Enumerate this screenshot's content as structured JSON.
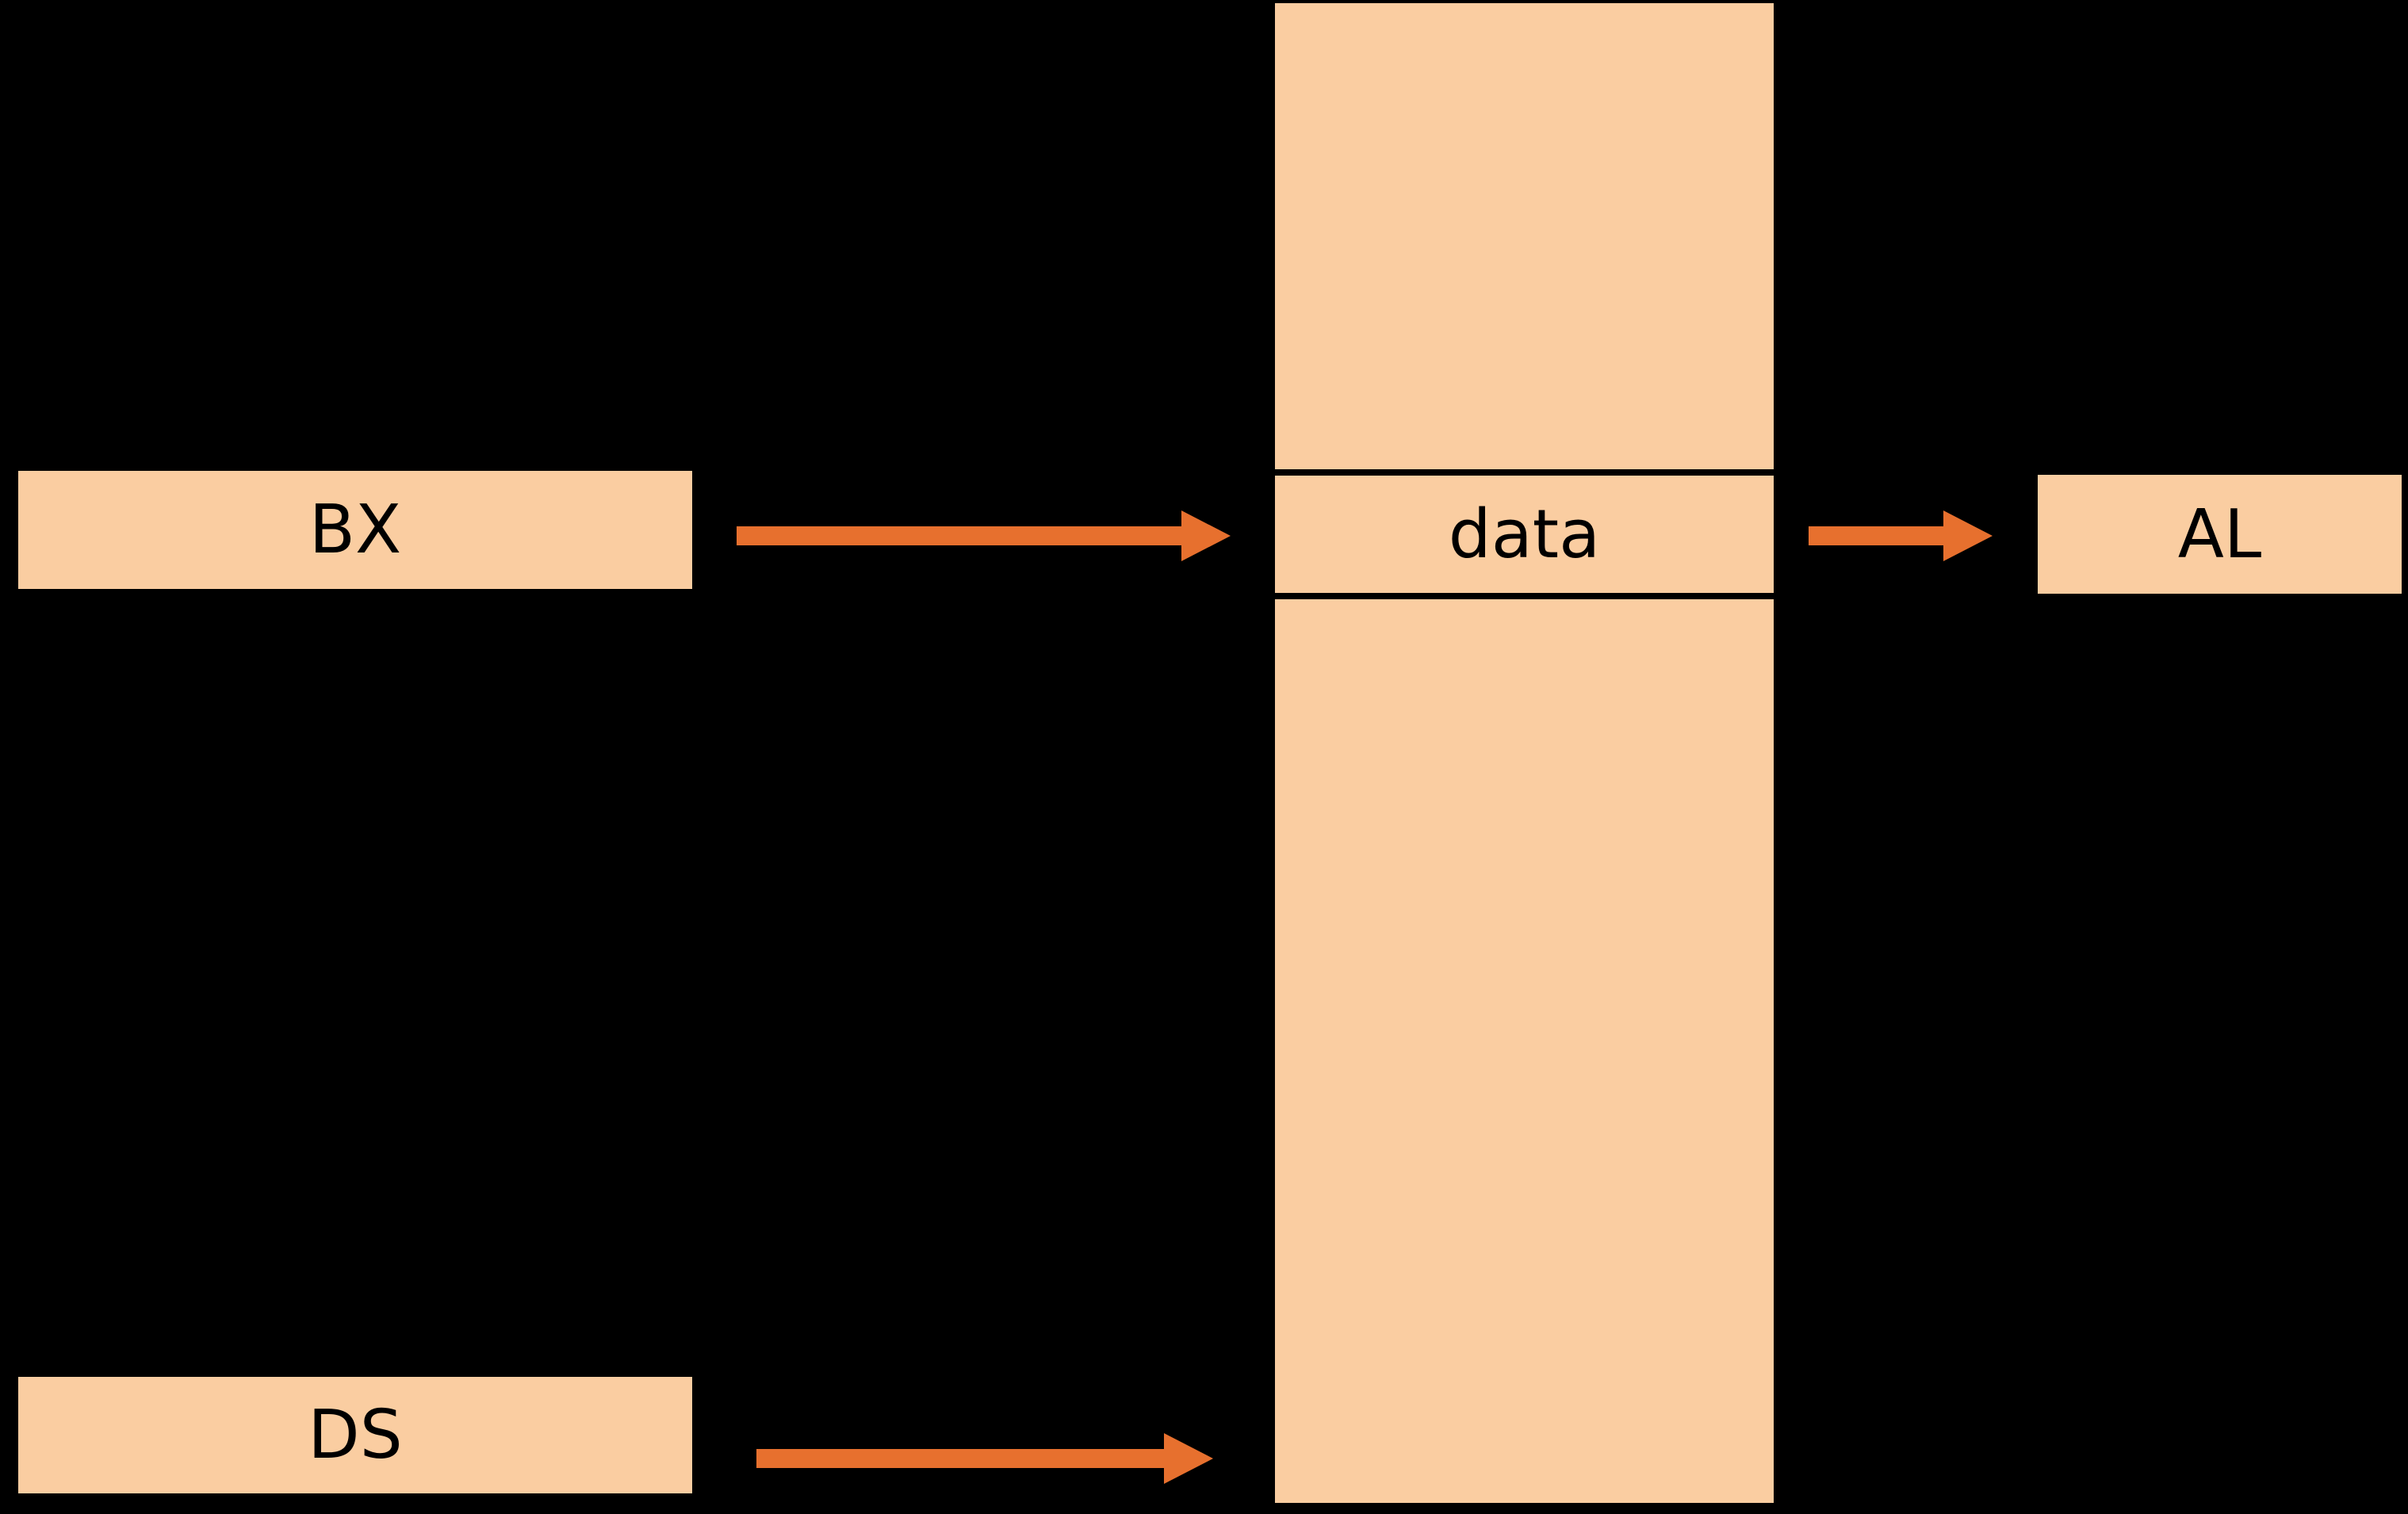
{
  "registers": {
    "bx": "BX",
    "ds": "DS",
    "al": "AL"
  },
  "memory": {
    "data_cell": "data"
  },
  "colors": {
    "background": "#000000",
    "box_fill": "#FACDA1",
    "arrow": "#E7702E",
    "divider": "#000000",
    "label_text": "#000000"
  },
  "icons": {
    "bx_to_memory": "arrow-right-icon",
    "memory_to_al": "arrow-right-icon",
    "ds_to_memory": "arrow-right-icon"
  }
}
